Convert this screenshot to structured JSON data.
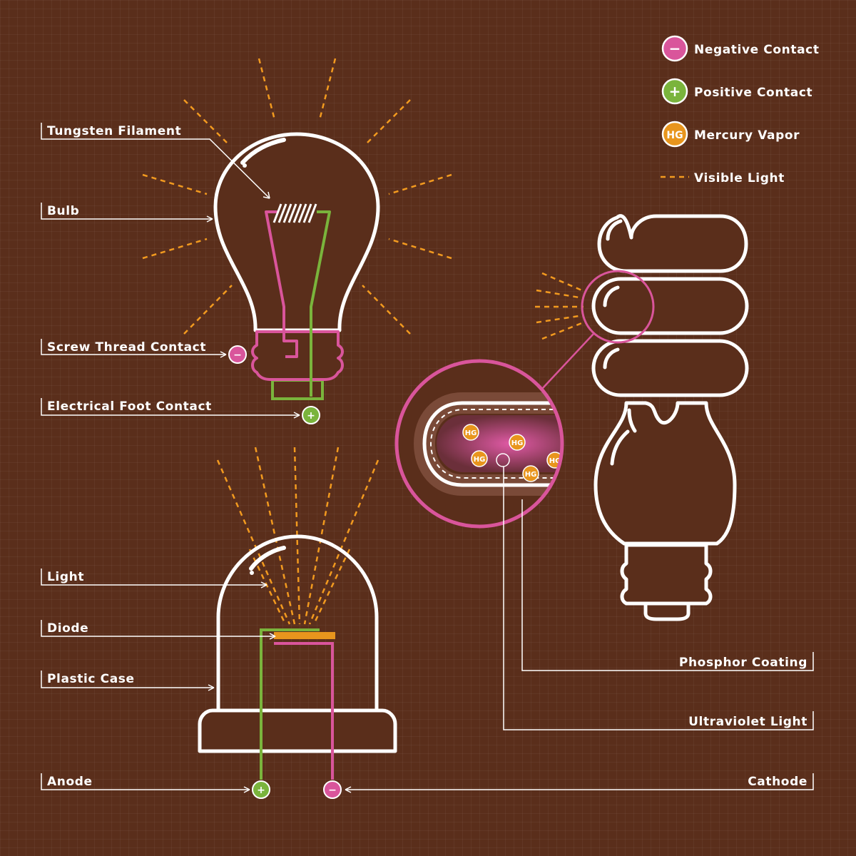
{
  "legend": {
    "negative": {
      "label": "Negative Contact",
      "symbol": "−",
      "color": "#d9559b"
    },
    "positive": {
      "label": "Positive Contact",
      "symbol": "+",
      "color": "#7ab43c"
    },
    "mercury": {
      "label": "Mercury Vapor",
      "symbol": "HG",
      "color": "#e8951d"
    },
    "light": {
      "label": "Visible Light",
      "color": "#f29a1f"
    }
  },
  "incandescent": {
    "tungsten_filament": "Tungsten Filament",
    "bulb": "Bulb",
    "screw_thread_contact": "Screw Thread Contact",
    "electrical_foot_contact": "Electrical Foot Contact"
  },
  "led": {
    "light": "Light",
    "diode": "Diode",
    "plastic_case": "Plastic Case",
    "anode": "Anode",
    "cathode": "Cathode"
  },
  "cfl": {
    "phosphor_coating": "Phosphor Coating",
    "ultraviolet_light": "Ultraviolet Light",
    "mercury_symbol": "HG"
  },
  "symbols": {
    "minus": "−",
    "plus": "+"
  }
}
